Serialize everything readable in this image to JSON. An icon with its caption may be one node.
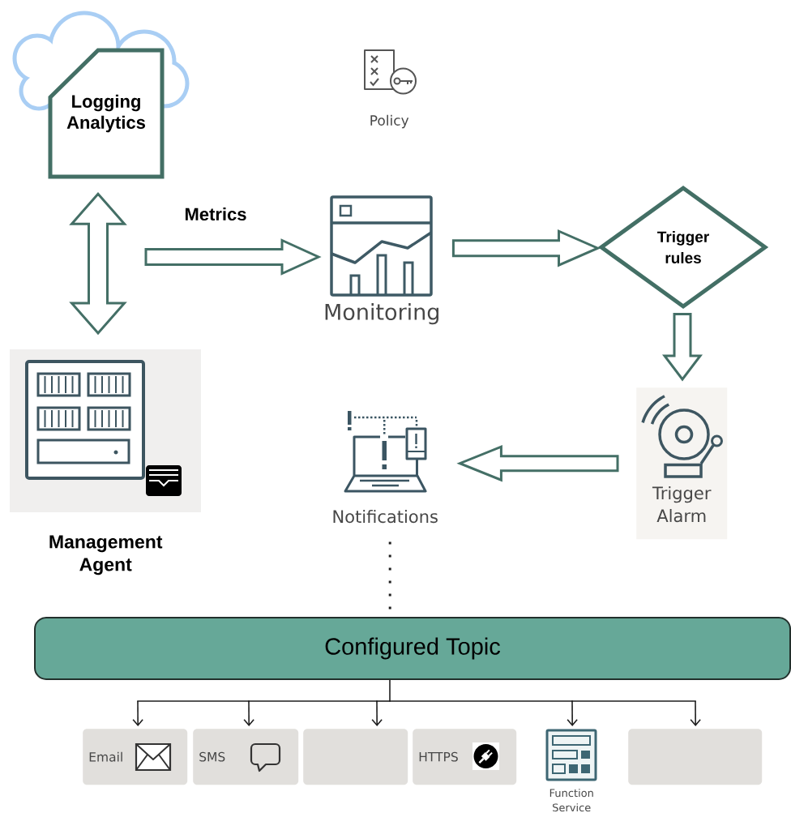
{
  "diagram": {
    "nodes": [
      {
        "text": [
          "Logging Analytics"
        ]
      },
      {
        "text": [
          "Policy"
        ]
      },
      {
        "text": [
          "Monitoring"
        ]
      },
      {
        "text": [
          "Trigger rules"
        ]
      },
      {
        "text": [
          "Management Agent"
        ]
      },
      {
        "text": [
          "Notifications"
        ]
      },
      {
        "text": [
          "Trigger Alarm"
        ]
      },
      {
        "text": [
          "Configured Topic"
        ]
      },
      {
        "text": [
          "Email"
        ]
      },
      {
        "text": [
          "SMS"
        ]
      },
      {
        "text": [],
        "shape": "box"
      },
      {
        "text": [
          "HTTPS"
        ]
      },
      {
        "text": [
          "Function Service"
        ]
      },
      {
        "text": [],
        "shape": "box"
      }
    ],
    "edges": [
      {
        "from": 0,
        "to": 4,
        "arrow": "both",
        "style": "thick",
        "color": "#446f66"
      },
      {
        "from": null,
        "to": 2,
        "arrow": "to",
        "label": "Metrics",
        "style": "thick",
        "color": "#446f66"
      },
      {
        "from": 2,
        "to": 3,
        "arrow": "to",
        "style": "thick",
        "color": "#446f66"
      },
      {
        "from": 3,
        "to": 6,
        "arrow": "to",
        "style": "thick",
        "color": "#446f66"
      },
      {
        "from": 6,
        "to": 5,
        "arrow": "to",
        "style": "thick",
        "color": "#446f66"
      },
      {
        "from": 5,
        "to": 7,
        "arrow": "none",
        "style": "dashed"
      },
      {
        "from": 7,
        "to": 8,
        "arrow": "to"
      },
      {
        "from": 7,
        "to": 9,
        "arrow": "to"
      },
      {
        "from": 7,
        "to": 10,
        "arrow": "to"
      },
      {
        "from": 7,
        "to": 12,
        "arrow": "to"
      },
      {
        "from": 7,
        "to": 13,
        "arrow": "to"
      }
    ]
  }
}
